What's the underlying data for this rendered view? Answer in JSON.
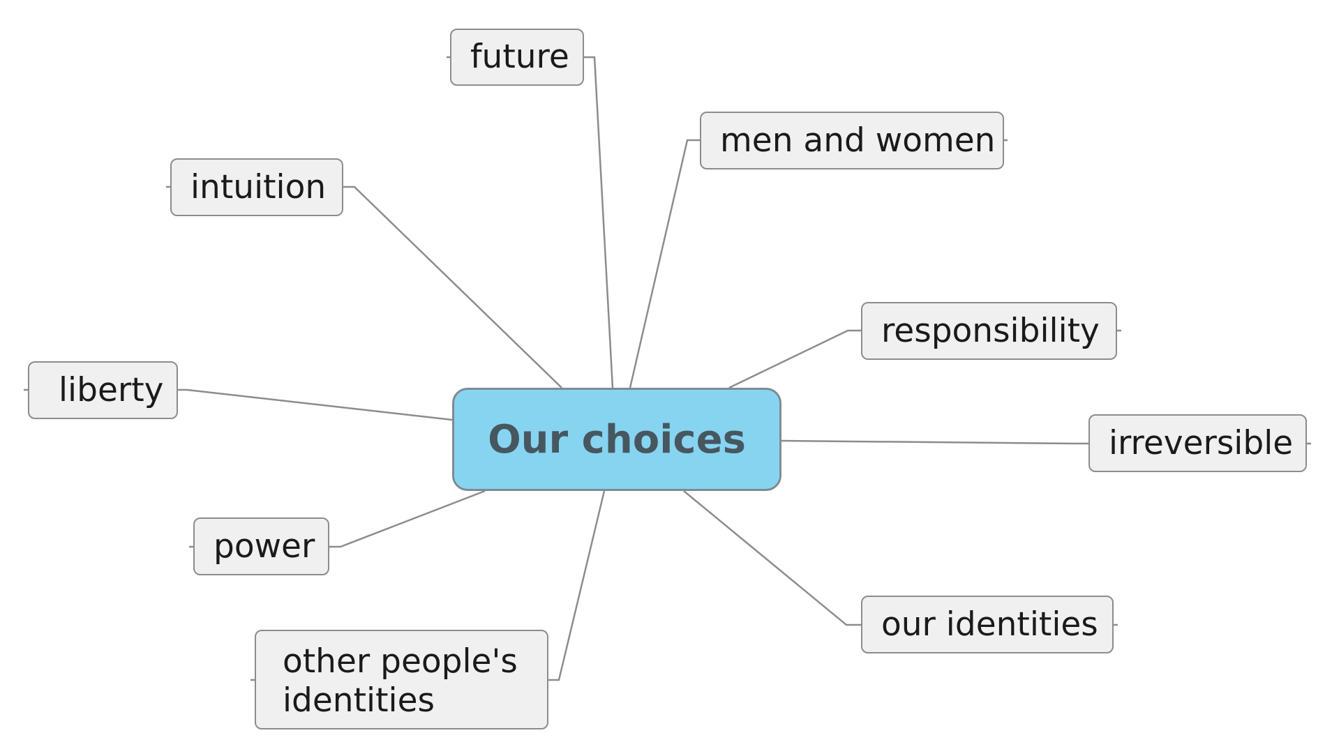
{
  "mindmap": {
    "center": {
      "label": "Our choices"
    },
    "branches": [
      {
        "id": "future",
        "label": "future"
      },
      {
        "id": "men-and-women",
        "label": "men and women"
      },
      {
        "id": "intuition",
        "label": "intuition"
      },
      {
        "id": "responsibility",
        "label": "responsibility"
      },
      {
        "id": "liberty",
        "label": "liberty"
      },
      {
        "id": "irreversible",
        "label": "irreversible"
      },
      {
        "id": "power",
        "label": "power"
      },
      {
        "id": "our-identities",
        "label": "our identities"
      },
      {
        "id": "other-peoples-identities",
        "label": "other people's identities"
      }
    ]
  },
  "colors": {
    "center_fill": "#87d4f1",
    "node_fill": "#f0f0f0",
    "connector": "#8c8c8c"
  }
}
